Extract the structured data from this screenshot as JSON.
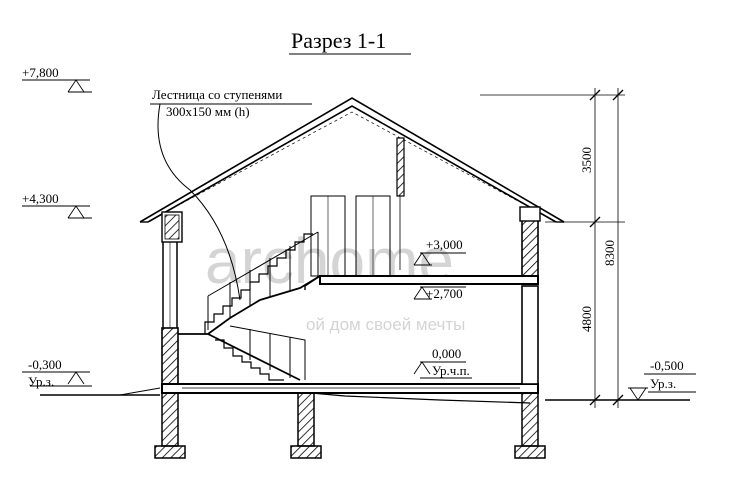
{
  "title": "Разрез 1-1",
  "stair_note": {
    "line1": "Лестница со ступенями",
    "line2": "300х150 мм (h)"
  },
  "levels": {
    "ridge": "+7,800",
    "eaves": "+4,300",
    "floor2_top": "+3,000",
    "ceiling1": "+2,700",
    "floor1": "0,000",
    "floor1_caption": "Ур.ч.п.",
    "ground_left": "-0,300",
    "ground_left_caption": "Ур.з.",
    "ground_right": "-0,500",
    "ground_right_caption": "Ур.з."
  },
  "dimensions": {
    "roof_height": "3500",
    "total_height": "8300",
    "floor_height": "4800"
  },
  "watermark": {
    "brand": "archome",
    "slogan": "ой дом своей мечты"
  }
}
